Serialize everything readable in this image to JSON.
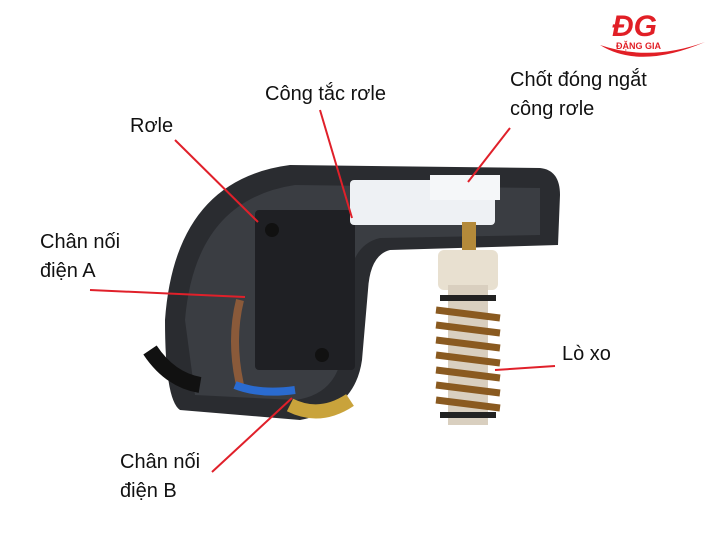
{
  "logo": {
    "mark": "ĐG",
    "name": "ĐẶNG GIA",
    "color": "#e11f26"
  },
  "labels": {
    "cong_tac_role": "Công tắc rơle",
    "role": "Rơle",
    "chot_line1": "Chốt đóng ngắt",
    "chot_line2": "công rơle",
    "chan_a_line1": "Chân nối",
    "chan_a_line2": "điện A",
    "lo_xo": "Lò xo",
    "chan_b_line1": "Chân nối",
    "chan_b_line2": "điện B"
  },
  "leader_color": "#e0202a"
}
